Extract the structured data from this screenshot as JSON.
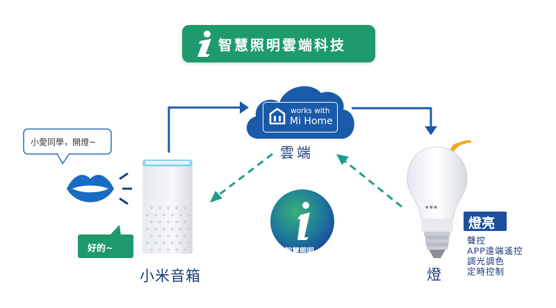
{
  "title": {
    "text": "智慧照明雲端科技",
    "logo_icon": "info-i-icon"
  },
  "cloud": {
    "badge_line1": "works with",
    "badge_line2": "Mi Home",
    "label": "雲端",
    "badge_icon": "mi-home-icon"
  },
  "speech_bubble": {
    "text": "小愛同學，開燈~"
  },
  "reply_bubble": {
    "text": "好的~"
  },
  "speaker": {
    "label": "小米音箱"
  },
  "center_logo": {
    "caption": "智慧照明",
    "icon": "info-i-icon"
  },
  "lamp": {
    "label": "燈",
    "status_badge": "燈亮",
    "features": [
      "聲控",
      "APP遠端遙控",
      "調光調色",
      "定時控制"
    ],
    "signal_icon": "wifi-signal-icon"
  },
  "colors": {
    "green": "#1e9a6c",
    "blue_dark": "#1a3a78",
    "blue_arrow": "#1a5aa8",
    "teal_arrow": "#1e9e8a",
    "cloud": "#1a5aa8",
    "orange": "#f5a623",
    "lips": "#1a6bc4"
  }
}
